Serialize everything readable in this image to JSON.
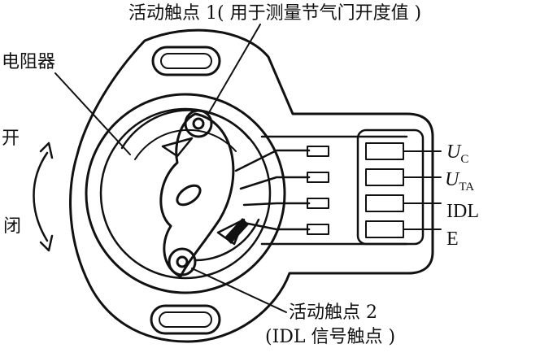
{
  "labels": {
    "contact1": "活动触点 1( 用于测量节气门开度值 )",
    "resistor": "电阻器",
    "open": "开",
    "close": "闭",
    "contact2_line1": "活动触点 2",
    "contact2_line2": "(IDL 信号触点 )"
  },
  "pins": {
    "uc": {
      "main": "U",
      "sub": "C"
    },
    "uta": {
      "main": "U",
      "sub": "TA"
    },
    "idl": "IDL",
    "e": "E"
  }
}
